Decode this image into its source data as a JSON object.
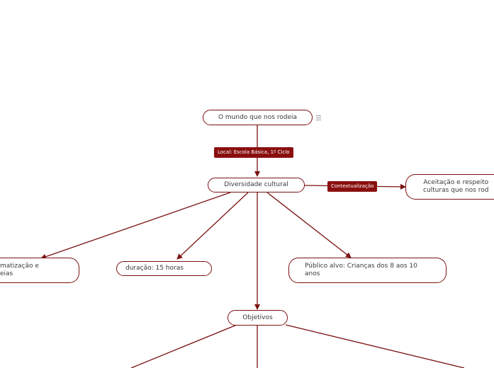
{
  "colors": {
    "line": "#7a1111",
    "tag_bg": "#8a0f0f",
    "tag_text": "#ffffff",
    "node_text": "#3a3a3a"
  },
  "nodes": {
    "root": "O mundo que nos rodeia",
    "main": "Diversidade cultural",
    "aceitacao_line1": "Aceitação e respeito",
    "aceitacao_line2": "culturas que nos rod",
    "left_line1": "matização e",
    "left_line2": "eias",
    "duracao": "duração: 15 horas",
    "publico_line1": "Público alvo: Crianças dos 8 aos 10",
    "publico_line2": "anos",
    "objetivos": "Objetivos"
  },
  "tags": {
    "local": "Local: Escola Básica, 1º Ciclo",
    "contextualizacao": "Contextualização"
  },
  "icons": {
    "root_menu": "menu-lines-icon"
  }
}
